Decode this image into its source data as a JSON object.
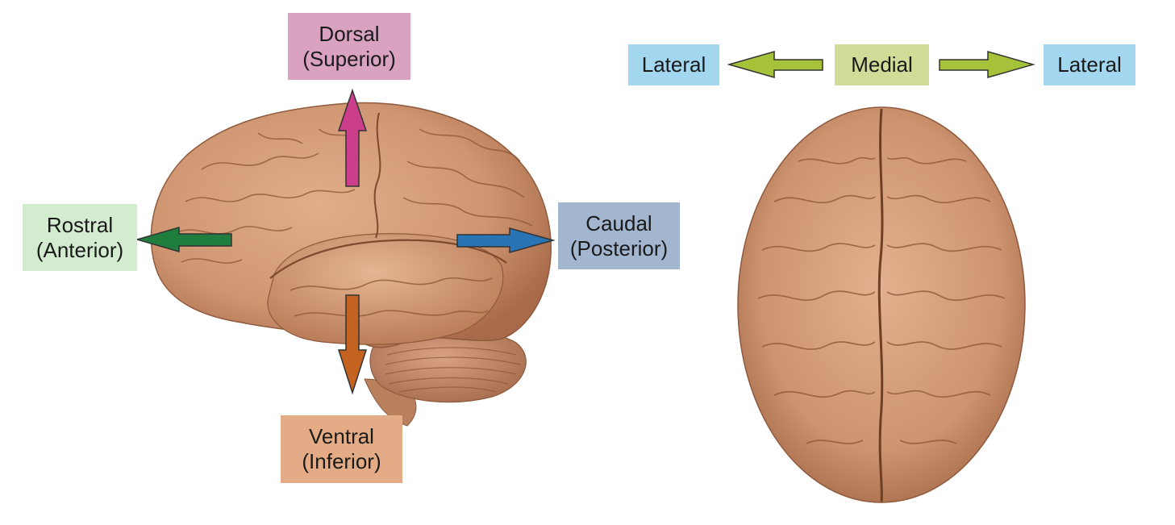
{
  "labels": {
    "dorsal": {
      "line1": "Dorsal",
      "line2": "(Superior)"
    },
    "ventral": {
      "line1": "Ventral",
      "line2": "(Inferior)"
    },
    "rostral": {
      "line1": "Rostral",
      "line2": "(Anterior)"
    },
    "caudal": {
      "line1": "Caudal",
      "line2": "(Posterior)"
    },
    "lateral_left": "Lateral",
    "medial": "Medial",
    "lateral_right": "Lateral"
  },
  "colors": {
    "dorsal_box": "#d9a2c1",
    "dorsal_arrow": "#cc3d8a",
    "ventral_box": "#e4ac86",
    "ventral_arrow": "#c4621f",
    "rostral_box": "#d3ecd0",
    "rostral_arrow": "#1f7d3e",
    "caudal_box": "#a3b6d0",
    "caudal_arrow": "#2874b4",
    "lateral_box": "#a3d6ef",
    "medial_box": "#cfdd98",
    "mediolateral_arrow": "#a6c23a",
    "brain_tissue": "#c98f6b"
  },
  "illustrations": [
    {
      "name": "brain-lateral-view",
      "view": "lateral"
    },
    {
      "name": "brain-dorsal-view",
      "view": "dorsal"
    }
  ]
}
